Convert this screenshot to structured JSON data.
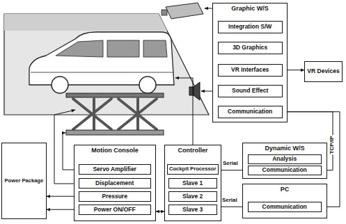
{
  "diagram": {
    "nodes": [
      {
        "text": [
          "Graphic W/S"
        ]
      },
      {
        "text": [
          "Integration S/W"
        ],
        "in": 0
      },
      {
        "text": [
          "3D Graphics"
        ],
        "in": 0
      },
      {
        "text": [
          "VR Interfaces"
        ],
        "in": 0
      },
      {
        "text": [
          "Sound Effect"
        ],
        "in": 0
      },
      {
        "text": [
          "Communication"
        ],
        "in": 0
      },
      {
        "text": [
          "VR Devices"
        ]
      },
      {
        "text": [
          "Power Package"
        ]
      },
      {
        "text": [
          "Motion Console"
        ]
      },
      {
        "text": [
          "Servo Amplifier"
        ],
        "in": 8
      },
      {
        "text": [
          "Displacement"
        ],
        "in": 8
      },
      {
        "text": [
          "Pressure"
        ],
        "in": 8
      },
      {
        "text": [
          "Power ON/OFF"
        ],
        "in": 8
      },
      {
        "text": [
          "Controller"
        ]
      },
      {
        "text": [
          "Cockpit Processor"
        ],
        "in": 13
      },
      {
        "text": [
          "Slave 1"
        ],
        "in": 13
      },
      {
        "text": [
          "Slave 2"
        ],
        "in": 13
      },
      {
        "text": [
          "Slave 3"
        ],
        "in": 13
      },
      {
        "text": [
          "Dynamic W/S"
        ]
      },
      {
        "text": [
          "Analysis"
        ],
        "in": 18
      },
      {
        "text": [
          "Communication"
        ],
        "in": 18
      },
      {
        "text": [
          "PC"
        ]
      },
      {
        "text": [
          "Communication"
        ],
        "in": 21
      }
    ],
    "edges": [
      {
        "from": 3,
        "to": 6,
        "arrow": "both"
      },
      {
        "from": 11,
        "to": 7,
        "arrow": "to"
      },
      {
        "from": 12,
        "to": 7,
        "arrow": "both"
      },
      {
        "from": 8,
        "to": 13,
        "arrow": "both"
      },
      {
        "from": 14,
        "to": 20,
        "label": "Serial",
        "arrow": "to"
      },
      {
        "from": 17,
        "to": 22,
        "label": "Serial",
        "arrow": "both"
      },
      {
        "from": 20,
        "to": 5,
        "label": "TCP/IP",
        "arrow": "to"
      },
      {
        "from": 22,
        "to": 5,
        "arrow": "to"
      }
    ]
  }
}
